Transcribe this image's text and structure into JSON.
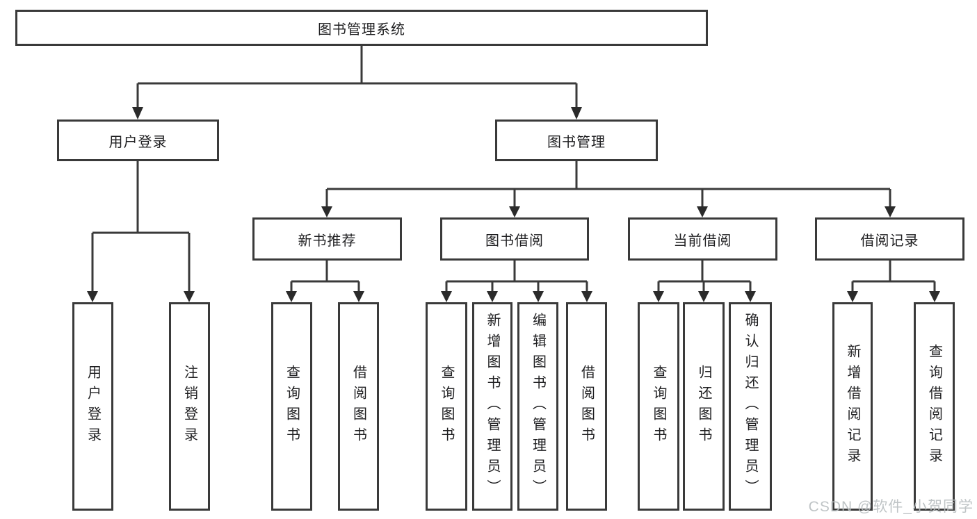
{
  "diagram_title": "图书管理系统",
  "watermark": "CSDN @软件_小贺同学",
  "colors": {
    "background": "#ffffff",
    "line": "#3a3a3a",
    "arrow": "#2b2b2b",
    "text": "#1f1f21",
    "watermark": "#babfc1"
  },
  "nodes": {
    "root": "图书管理系统",
    "userLogin": "用户登录",
    "bookMgmt": "图书管理",
    "newBookRec": "新书推荐",
    "bookBorrow": "图书借阅",
    "currentBorrow": "当前借阅",
    "borrowRecord": "借阅记录",
    "leafUserLogin": "用户登录",
    "leafLogout": "注销登录",
    "leafQueryBook1": "查询图书",
    "leafBorrowBook1": "借阅图书",
    "leafQueryBook2": "查询图书",
    "leafAddBook": "新增图书（管理员）",
    "leafEditBook": "编辑图书（管理员）",
    "leafBorrowBook2": "借阅图书",
    "leafQueryBook3": "查询图书",
    "leafReturnBook": "归还图书",
    "leafConfirmReturn": "确认归还（管理员）",
    "leafAddRecord": "新增借阅记录",
    "leafQueryRecord": "查询借阅记录"
  },
  "tree": {
    "图书管理系统": {
      "用户登录": [
        "用户登录",
        "注销登录"
      ],
      "图书管理": {
        "新书推荐": [
          "查询图书",
          "借阅图书"
        ],
        "图书借阅": [
          "查询图书",
          "新增图书（管理员）",
          "编辑图书（管理员）",
          "借阅图书"
        ],
        "当前借阅": [
          "查询图书",
          "归还图书",
          "确认归还（管理员）"
        ],
        "借阅记录": [
          "新增借阅记录",
          "查询借阅记录"
        ]
      }
    }
  }
}
